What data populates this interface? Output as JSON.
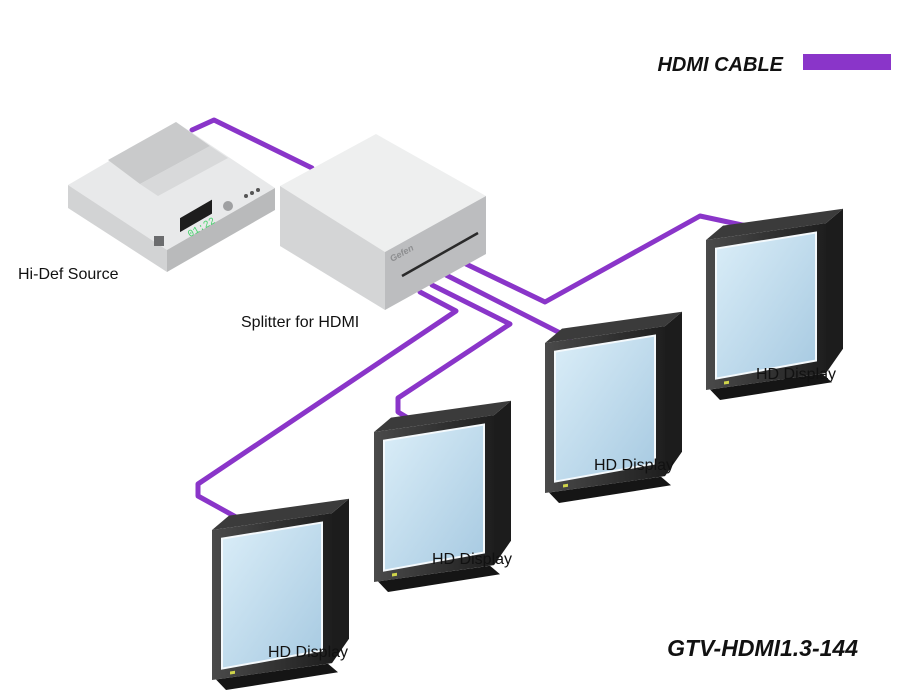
{
  "legend": {
    "label": "HDMI CABLE",
    "color": "#8a35c9"
  },
  "model": "GTV-HDMI1.3-144",
  "source": {
    "label": "Hi-Def Source",
    "display_time": "01:22"
  },
  "splitter": {
    "label": "Splitter for HDMI",
    "brand": "Gefen"
  },
  "displays": [
    {
      "label": "HD Display"
    },
    {
      "label": "HD Display"
    },
    {
      "label": "HD Display"
    },
    {
      "label": "HD Display"
    }
  ],
  "colors": {
    "cable": "#8a35c9",
    "device_top": "#eceded",
    "device_left": "#d4d5d6",
    "device_right": "#bfc0c2",
    "screen": "#bcd9ec",
    "bezel": "#2c2c2c"
  }
}
